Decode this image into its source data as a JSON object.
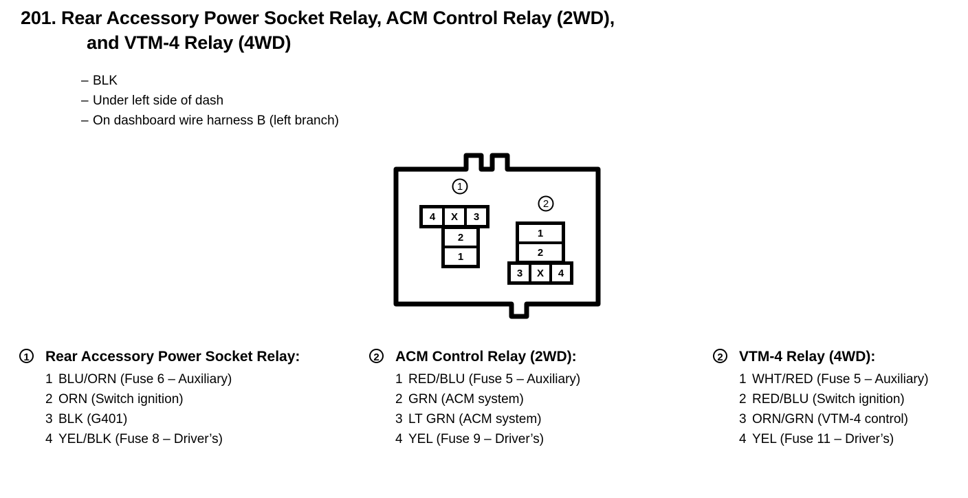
{
  "title": {
    "number": "201.",
    "line1": "201. Rear Accessory Power Socket Relay, ACM Control Relay (2WD),",
    "line2": "and VTM-4 Relay (4WD)"
  },
  "attributes": [
    {
      "dash": "–",
      "text": "BLK"
    },
    {
      "dash": "–",
      "text": "Under left side of dash"
    },
    {
      "dash": "–",
      "text": "On dashboard wire harness B (left branch)"
    }
  ],
  "figure": {
    "connector_1_marker": "1",
    "connector_2_marker": "2",
    "connector_1": {
      "top_row": [
        "4",
        "X",
        "3"
      ],
      "stack": [
        "2",
        "1"
      ]
    },
    "connector_2": {
      "stack": [
        "1",
        "2"
      ],
      "bottom_row": [
        "3",
        "X",
        "4"
      ]
    }
  },
  "legend": [
    {
      "badge": "1",
      "title": "Rear Accessory Power Socket Relay:",
      "pins": [
        {
          "no": "1",
          "text": "BLU/ORN (Fuse 6 – Auxiliary)"
        },
        {
          "no": "2",
          "text": "ORN (Switch ignition)"
        },
        {
          "no": "3",
          "text": "BLK (G401)"
        },
        {
          "no": "4",
          "text": "YEL/BLK (Fuse 8 – Driver’s)"
        }
      ]
    },
    {
      "badge": "2",
      "title": "ACM Control Relay (2WD):",
      "pins": [
        {
          "no": "1",
          "text": "RED/BLU (Fuse 5 – Auxiliary)"
        },
        {
          "no": "2",
          "text": "GRN (ACM system)"
        },
        {
          "no": "3",
          "text": "LT GRN (ACM system)"
        },
        {
          "no": "4",
          "text": "YEL (Fuse 9 – Driver’s)"
        }
      ]
    },
    {
      "badge": "2",
      "title": "VTM-4 Relay (4WD):",
      "pins": [
        {
          "no": "1",
          "text": "WHT/RED (Fuse 5 – Auxiliary)"
        },
        {
          "no": "2",
          "text": "RED/BLU (Switch ignition)"
        },
        {
          "no": "3",
          "text": "ORN/GRN (VTM-4 control)"
        },
        {
          "no": "4",
          "text": "YEL (Fuse 11 – Driver’s)"
        }
      ]
    }
  ],
  "colors": {
    "ink": "#000000",
    "paper": "#ffffff"
  }
}
